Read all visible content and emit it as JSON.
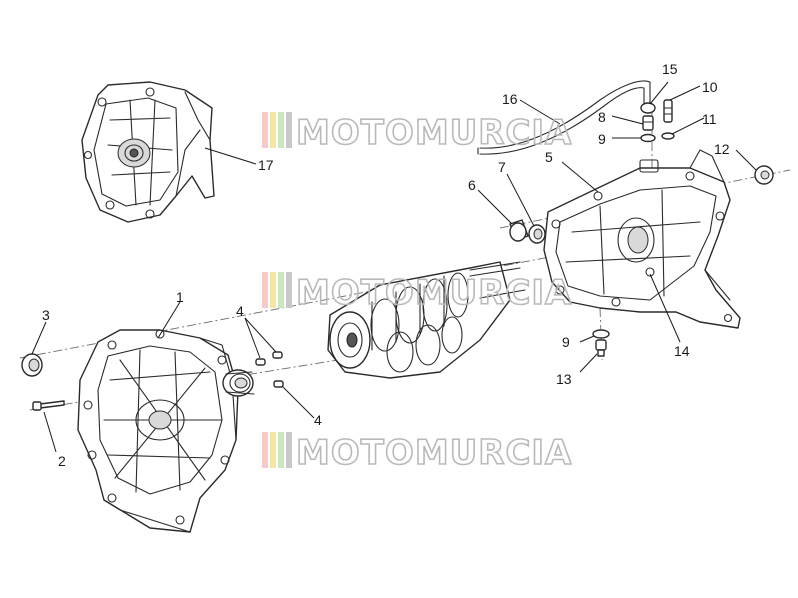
{
  "diagram": {
    "callouts": [
      {
        "id": "c1",
        "label": "1"
      },
      {
        "id": "c2",
        "label": "2"
      },
      {
        "id": "c3",
        "label": "3"
      },
      {
        "id": "c4a",
        "label": "4"
      },
      {
        "id": "c4b",
        "label": "4"
      },
      {
        "id": "c5",
        "label": "5"
      },
      {
        "id": "c6",
        "label": "6"
      },
      {
        "id": "c7",
        "label": "7"
      },
      {
        "id": "c8",
        "label": "8"
      },
      {
        "id": "c9a",
        "label": "9"
      },
      {
        "id": "c9b",
        "label": "9"
      },
      {
        "id": "c10",
        "label": "10"
      },
      {
        "id": "c11",
        "label": "11"
      },
      {
        "id": "c12",
        "label": "12"
      },
      {
        "id": "c13",
        "label": "13"
      },
      {
        "id": "c14",
        "label": "14"
      },
      {
        "id": "c15",
        "label": "15"
      },
      {
        "id": "c16",
        "label": "16"
      },
      {
        "id": "c17",
        "label": "17"
      }
    ]
  },
  "watermark": {
    "text": "MOTOMURCIA",
    "stripe_colors": [
      "#f7c9c9",
      "#f6e6a6",
      "#c9e8c2",
      "#c8c8c8"
    ]
  },
  "colors": {
    "line": "#2b2b2b",
    "background": "#ffffff"
  }
}
